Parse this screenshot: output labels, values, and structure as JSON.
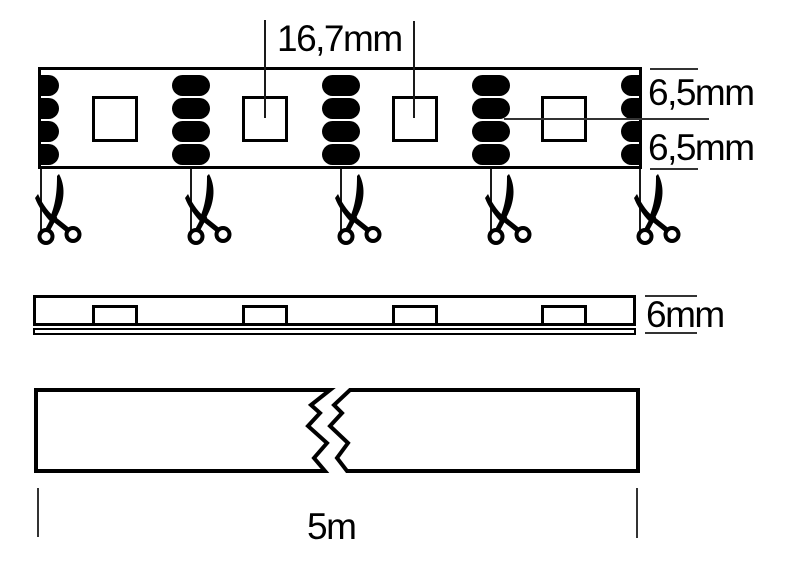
{
  "page": {
    "background": "#ffffff",
    "ink": "#000000",
    "description": "LED strip cutting and dimension diagram"
  },
  "labels": {
    "segment_pitch": "16,7mm",
    "upper_half_width": "6,5mm",
    "lower_half_width": "6,5mm",
    "profile_height": "6mm",
    "total_length": "5m"
  },
  "top_view": {
    "led_count": 4,
    "inner_pad_columns": 3,
    "edge_pad_columns": 2,
    "pads_per_column": 4,
    "cut_points": 5,
    "cut_icon": "scissors-icon"
  },
  "side_view": {
    "led_count": 4,
    "layers": [
      "pcb",
      "adhesive-tape"
    ]
  },
  "bottom_view": {
    "break_symbol": "zigzag-break",
    "length_ticks": 2
  }
}
